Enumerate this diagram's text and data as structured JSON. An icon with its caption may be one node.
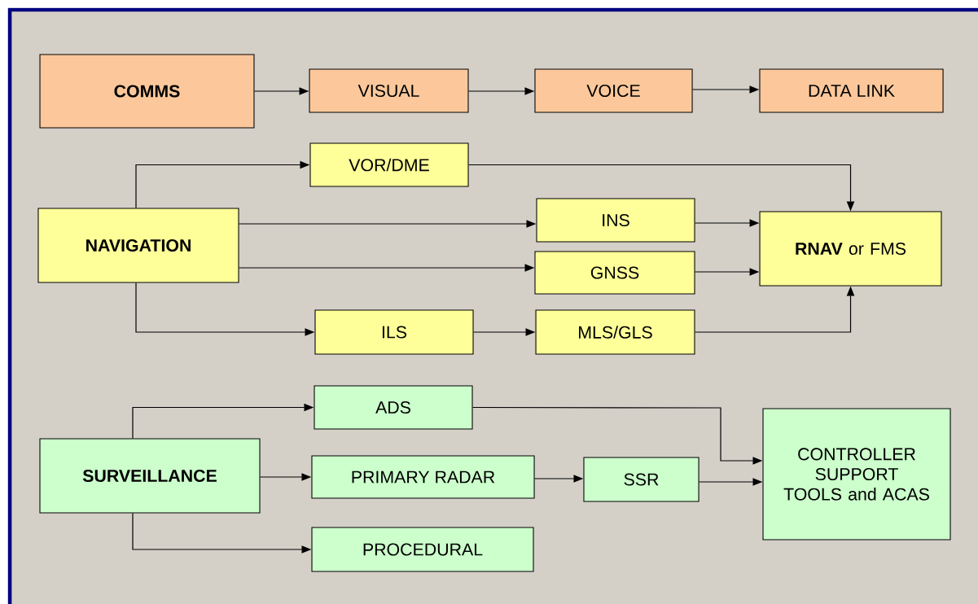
{
  "diagram": {
    "nodes": [
      {
        "text": [
          "COMMS"
        ]
      },
      {
        "text": [
          "VISUAL"
        ]
      },
      {
        "text": [
          "VOICE"
        ]
      },
      {
        "text": [
          "DATA LINK"
        ]
      },
      {
        "text": [
          "NAVIGATION"
        ]
      },
      {
        "text": [
          "VOR/DME"
        ]
      },
      {
        "text": [
          "INS"
        ]
      },
      {
        "text": [
          "GNSS"
        ]
      },
      {
        "text": [
          "**RNAV** or FMS"
        ]
      },
      {
        "text": [
          "ILS"
        ]
      },
      {
        "text": [
          "MLS/GLS"
        ]
      },
      {
        "text": [
          "SURVEILLANCE"
        ]
      },
      {
        "text": [
          "ADS"
        ]
      },
      {
        "text": [
          "PRIMARY RADAR"
        ]
      },
      {
        "text": [
          "SSR"
        ]
      },
      {
        "text": [
          "CONTROLLER SUPPORT TOOLS and ACAS"
        ]
      },
      {
        "text": [
          "PROCEDURAL"
        ]
      }
    ],
    "edges": [
      {
        "from": 0,
        "to": 1,
        "arrow": "to"
      },
      {
        "from": 1,
        "to": 2,
        "arrow": "to"
      },
      {
        "from": 2,
        "to": 3,
        "arrow": "to"
      },
      {
        "from": 4,
        "to": 5,
        "arrow": "to"
      },
      {
        "from": 4,
        "to": 6,
        "arrow": "to"
      },
      {
        "from": 4,
        "to": 7,
        "arrow": "to"
      },
      {
        "from": 4,
        "to": 9,
        "arrow": "to"
      },
      {
        "from": 5,
        "to": 8,
        "arrow": "to"
      },
      {
        "from": 6,
        "to": 8,
        "arrow": "to"
      },
      {
        "from": 7,
        "to": 8,
        "arrow": "to"
      },
      {
        "from": 9,
        "to": 10,
        "arrow": "to"
      },
      {
        "from": 10,
        "to": 8,
        "arrow": "to"
      },
      {
        "from": 11,
        "to": 12,
        "arrow": "to"
      },
      {
        "from": 11,
        "to": 13,
        "arrow": "to"
      },
      {
        "from": 11,
        "to": 16,
        "arrow": "to"
      },
      {
        "from": 12,
        "to": 15,
        "arrow": "to"
      },
      {
        "from": 13,
        "to": 14,
        "arrow": "to"
      },
      {
        "from": 14,
        "to": 15,
        "arrow": "to"
      }
    ]
  }
}
